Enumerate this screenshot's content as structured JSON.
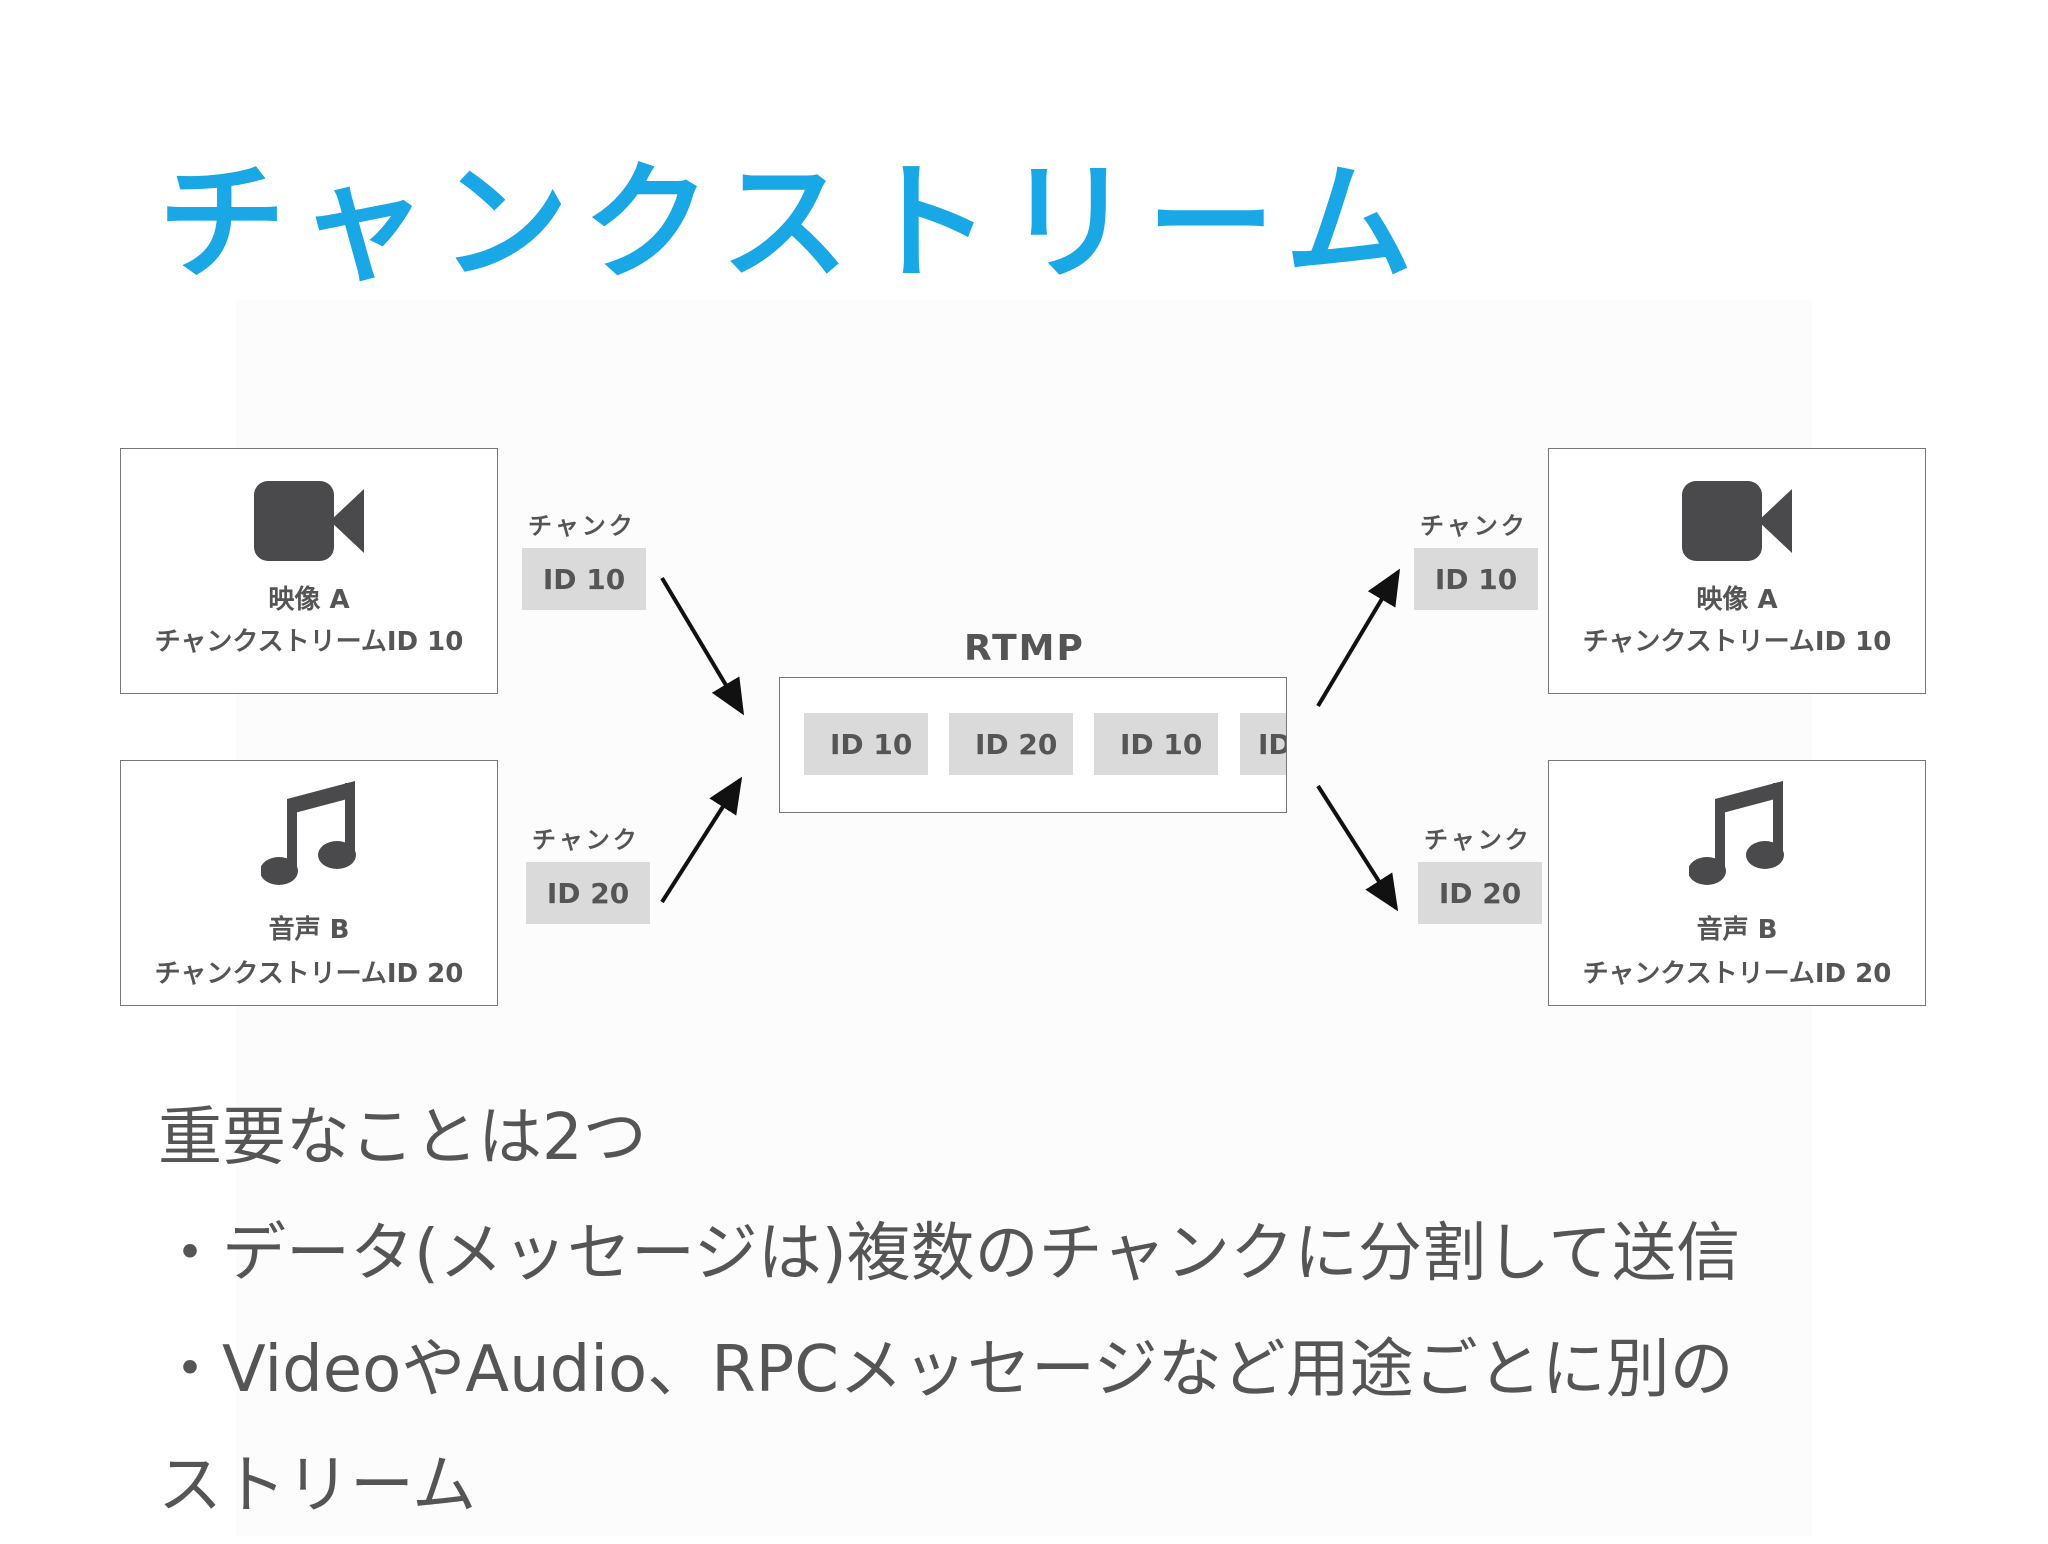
{
  "slide": {
    "title": "チャンクストリーム"
  },
  "diagram": {
    "left_sources": [
      {
        "icon": "video-camera-icon",
        "label": "映像 A",
        "stream": "チャンクストリームID 10"
      },
      {
        "icon": "music-note-icon",
        "label": "音声 B",
        "stream": "チャンクストリームID 20"
      }
    ],
    "right_sources": [
      {
        "icon": "video-camera-icon",
        "label": "映像 A",
        "stream": "チャンクストリームID 10"
      },
      {
        "icon": "music-note-icon",
        "label": "音声 B",
        "stream": "チャンクストリームID 20"
      }
    ],
    "chunks": {
      "left_top": {
        "label": "チャンク",
        "id": "ID 10"
      },
      "left_bottom": {
        "label": "チャンク",
        "id": "ID 20"
      },
      "right_top": {
        "label": "チャンク",
        "id": "ID 10"
      },
      "right_bottom": {
        "label": "チャンク",
        "id": "ID 20"
      }
    },
    "rtmp": {
      "label": "RTMP",
      "chunks": [
        "ID 10",
        "ID 20",
        "ID 10",
        "ID"
      ]
    }
  },
  "bullets": [
    "重要なことは2つ",
    "・データ(メッセージは)複数のチャンクに分割して送信",
    "・VideoやAudio、RPCメッセージなど用途ごとに別の",
    "ストリーム"
  ],
  "colors": {
    "title": "#1aa7e6",
    "text": "#555555",
    "chip": "#dadadb",
    "icon": "#4a4a4d"
  }
}
